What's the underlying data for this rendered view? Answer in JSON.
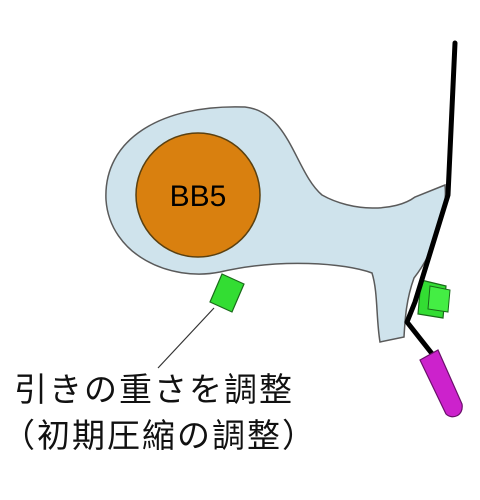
{
  "diagram": {
    "bearing_label": "BB5",
    "note_line1": "引きの重さを調整",
    "note_line2": "（初期圧縮の調整）"
  },
  "colors": {
    "background": "#ffffff",
    "bracket_fill": "#cfe3ec",
    "bearing_fill": "#d9800f",
    "spring_green": "#33dd33",
    "pin_purple": "#cc22cc",
    "lever_black": "#000000"
  }
}
